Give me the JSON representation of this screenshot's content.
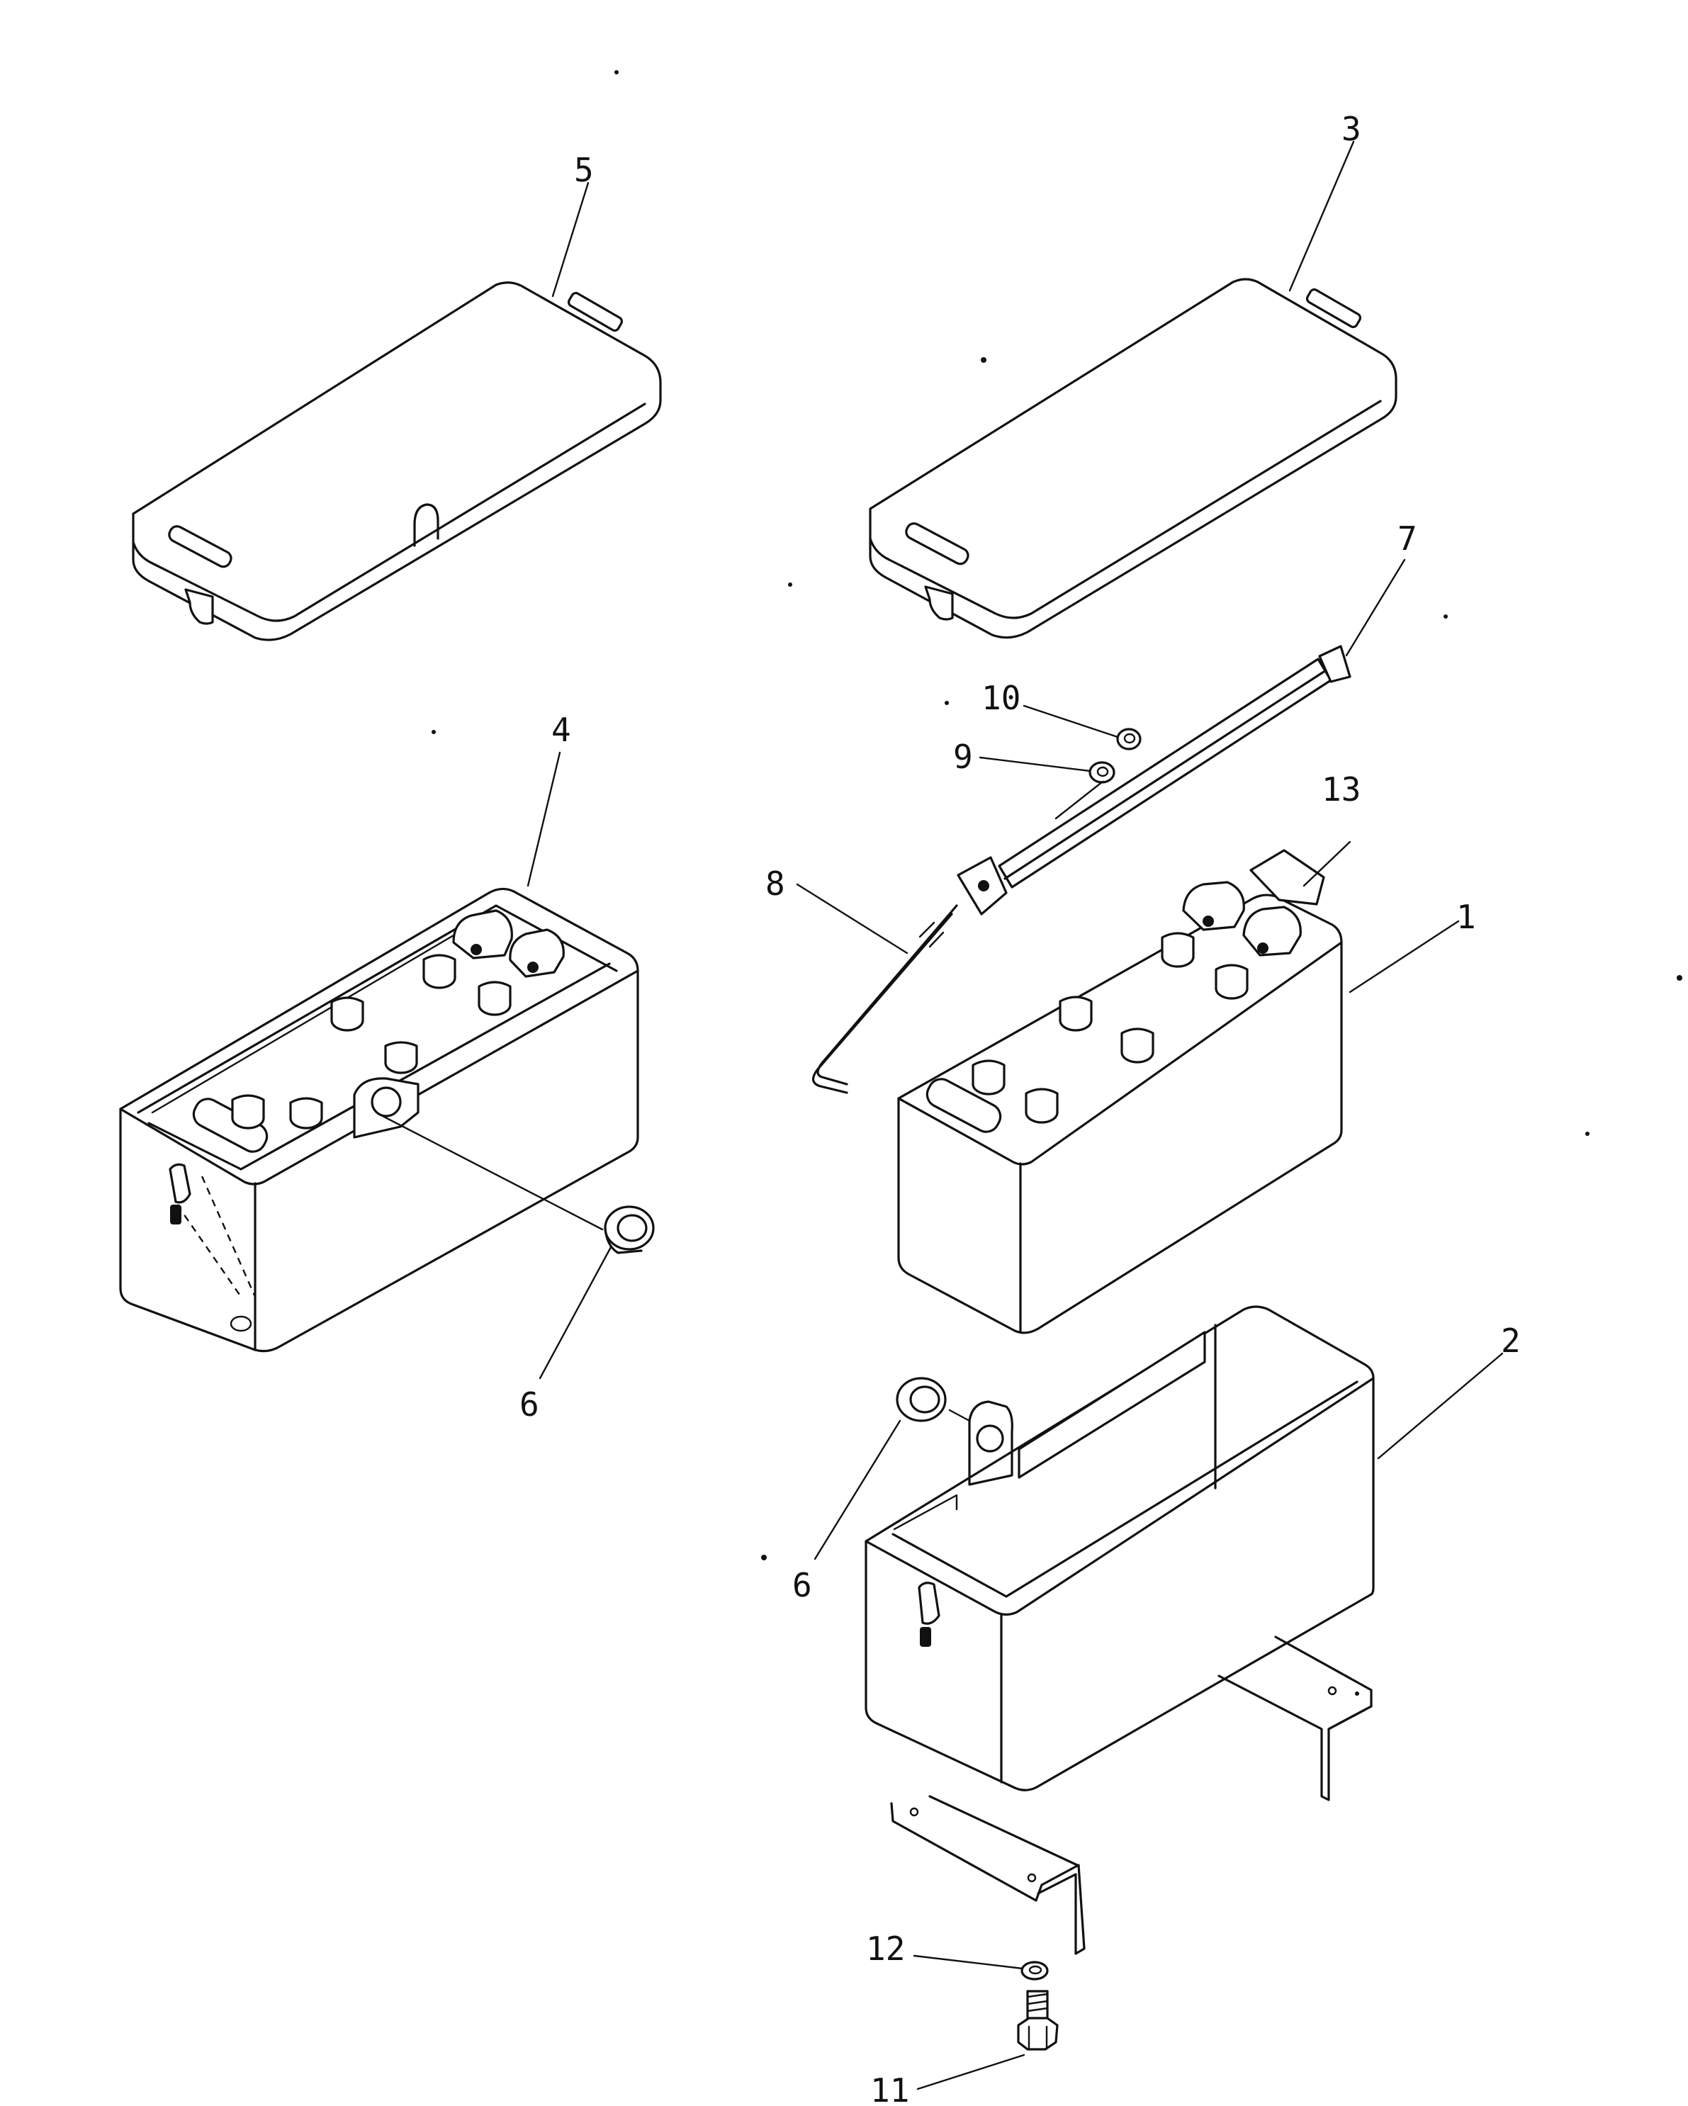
{
  "callouts": {
    "c1": "1",
    "c2": "2",
    "c3": "3",
    "c4": "4",
    "c5": "5",
    "c6a": "6",
    "c6b": "6",
    "c7": "7",
    "c8": "8",
    "c9": "9",
    "c10": "10",
    "c11": "11",
    "c12": "12",
    "c13": "13"
  }
}
